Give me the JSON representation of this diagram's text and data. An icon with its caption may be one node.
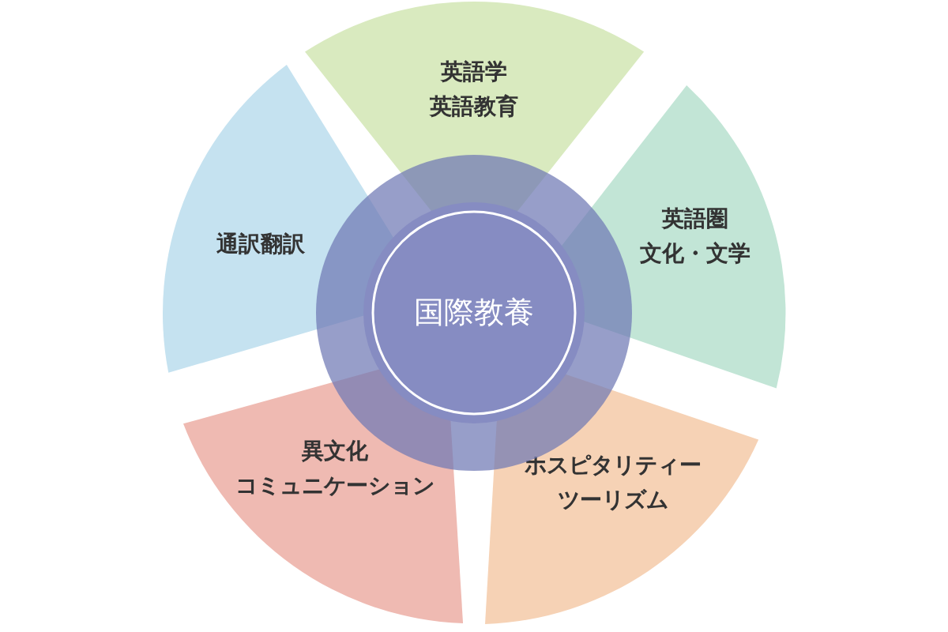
{
  "diagram": {
    "nodes": [
      {
        "text": [
          "英語学",
          "英語教育"
        ]
      },
      {
        "text": [
          "通訳翻訳"
        ]
      },
      {
        "text": [
          "英語圏",
          "文化・文学"
        ]
      },
      {
        "text": [
          "国際教養"
        ]
      },
      {
        "text": [
          "異文化",
          "コミュニケーション"
        ]
      },
      {
        "text": [
          "ホスピタリティー",
          "ツーリズム"
        ]
      }
    ]
  }
}
